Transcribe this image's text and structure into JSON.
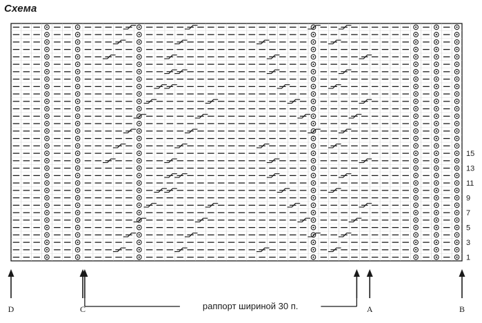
{
  "title": "Схема",
  "chart_data": {
    "type": "knitting_chart",
    "columns": 44,
    "rows": 32,
    "row_numbers": [
      "1",
      "3",
      "5",
      "7",
      "9",
      "11",
      "13",
      "15"
    ],
    "eyelet_columns": [
      3,
      6,
      12,
      29,
      39,
      41,
      43
    ],
    "markers": [
      {
        "label": "D",
        "col": 0
      },
      {
        "label": "C",
        "col": 7
      },
      {
        "label": "A",
        "col": 35
      },
      {
        "label": "B",
        "col": 44
      }
    ],
    "repeat": {
      "label": "раппорт шириной 30 п.",
      "from_col": 8,
      "to_col": 34
    }
  }
}
